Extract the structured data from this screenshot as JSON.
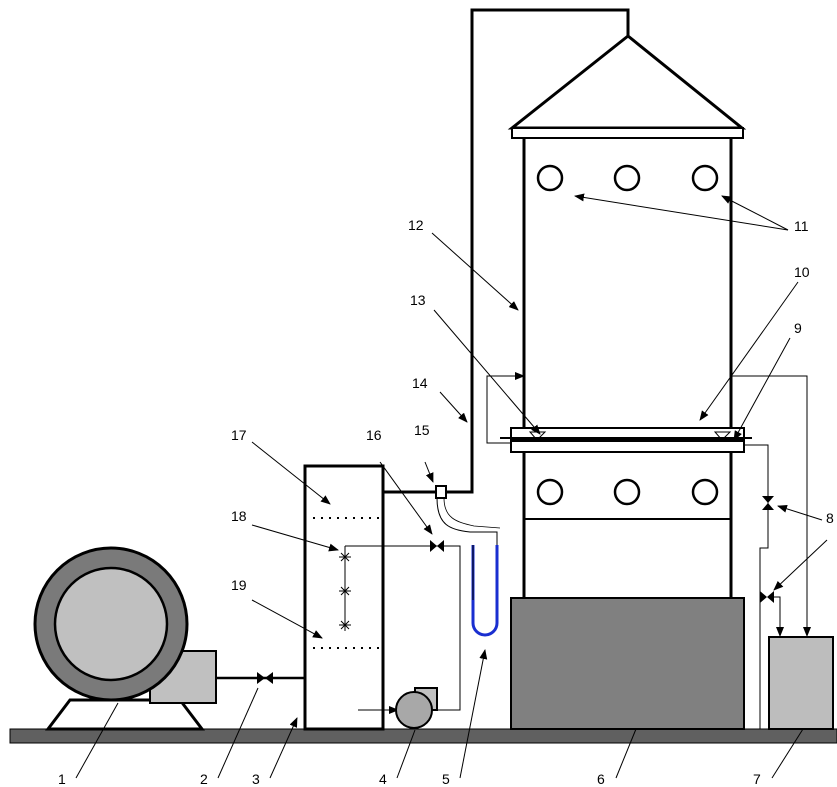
{
  "labels": {
    "l1": "1",
    "l2": "2",
    "l3": "3",
    "l4": "4",
    "l5": "5",
    "l6": "6",
    "l7": "7",
    "l8": "8",
    "l9": "9",
    "l10": "10",
    "l11": "11",
    "l12": "12",
    "l13": "13",
    "l14": "14",
    "l15": "15",
    "l16": "16",
    "l17": "17",
    "l18": "18",
    "l19": "19"
  },
  "colors": {
    "ground": "#606060",
    "base_block": "#808080",
    "tank": "#bdbdbd",
    "fan_ring": "#7a7a7a",
    "fan_body": "#c0c0c0",
    "manometer": "#1a2fd0"
  }
}
